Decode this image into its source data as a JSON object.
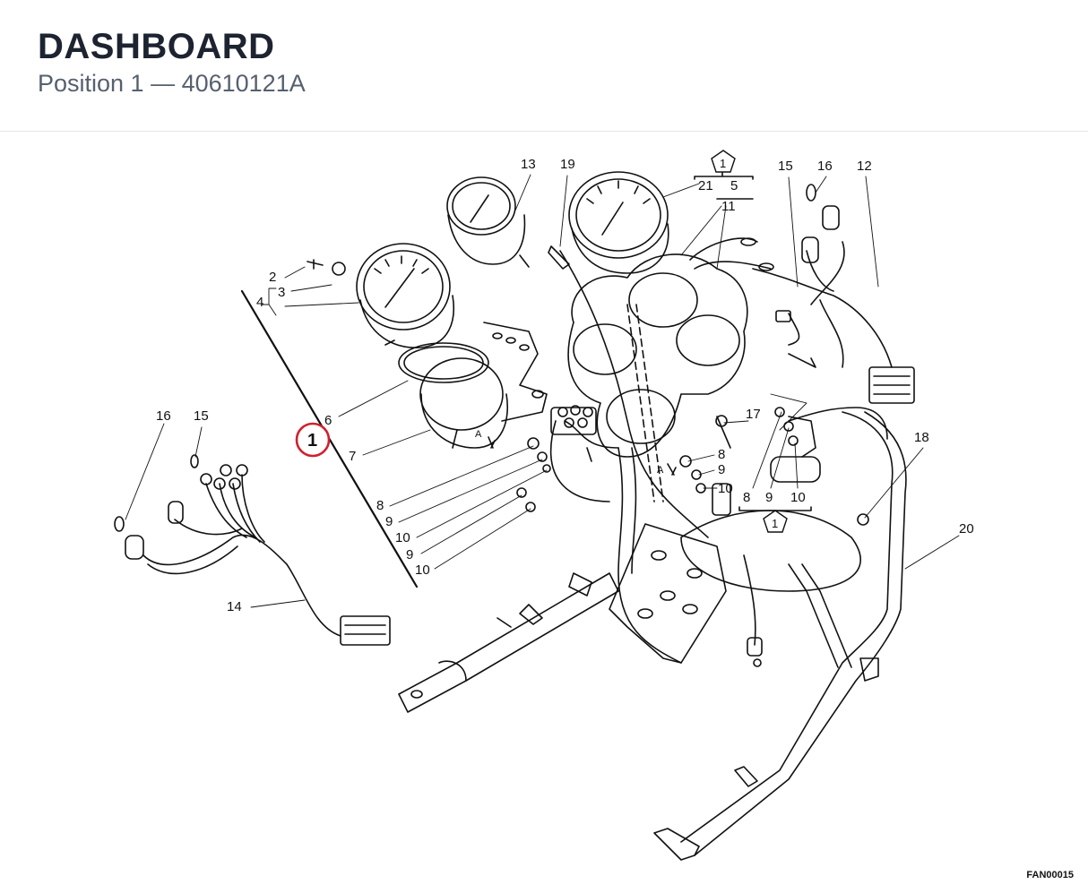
{
  "header": {
    "title": "DASHBOARD",
    "subtitle": "Position 1 — 40610121A"
  },
  "hotspot": {
    "label": "1",
    "color": "#d0202e"
  },
  "callouts": {
    "c2": "2",
    "c3": "3",
    "c4": "4",
    "c6": "6",
    "c7": "7",
    "c8a": "8",
    "c9a": "9",
    "c10a": "10",
    "c9b": "9",
    "c10b": "10",
    "c13": "13",
    "c19": "19",
    "c21": "21",
    "c5": "5",
    "c11": "11",
    "c15a": "15",
    "c16a": "16",
    "c12": "12",
    "c16b": "16",
    "c15b": "15",
    "c14": "14",
    "c17": "17",
    "c8b": "8",
    "c9c": "9",
    "c10c": "10",
    "c8c": "8",
    "c9d": "9",
    "c10d": "10",
    "c18": "18",
    "c20": "20",
    "badge_top": "1",
    "badge_bottom": "1",
    "arrow_a1": "A",
    "arrow_a2": "A"
  },
  "figure_code": "FAN00015"
}
